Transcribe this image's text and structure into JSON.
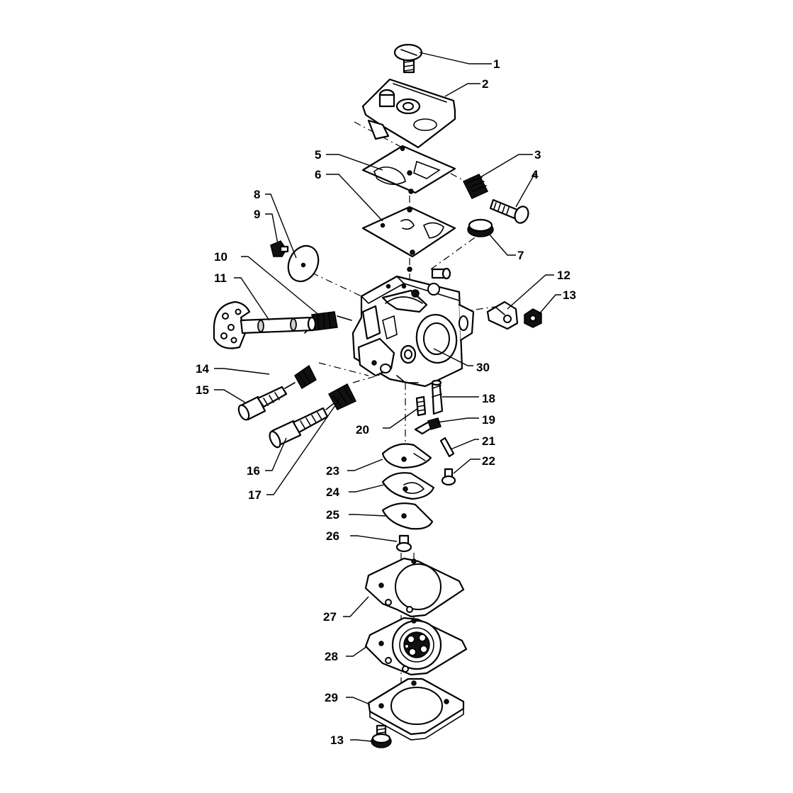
{
  "labels": {
    "p1": "1",
    "p2": "2",
    "p3": "3",
    "p4": "4",
    "p5": "5",
    "p6": "6",
    "p7": "7",
    "p8": "8",
    "p9": "9",
    "p10": "10",
    "p11": "11",
    "p12": "12",
    "p13a": "13",
    "p14": "14",
    "p15": "15",
    "p16": "16",
    "p17": "17",
    "p18": "18",
    "p19": "19",
    "p20": "20",
    "p21": "21",
    "p22": "22",
    "p23": "23",
    "p24": "24",
    "p25": "25",
    "p26": "26",
    "p27": "27",
    "p28": "28",
    "p29": "29",
    "p13b": "13",
    "p30": "30"
  }
}
